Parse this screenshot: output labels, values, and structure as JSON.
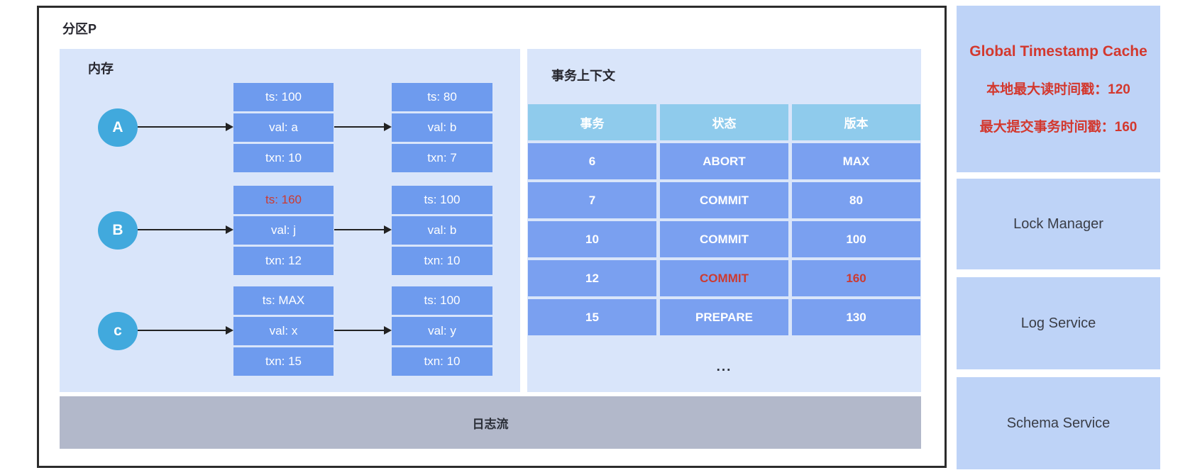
{
  "partition": {
    "title": "分区P",
    "memory": {
      "label": "内存",
      "rows": [
        {
          "node": "A",
          "versions": [
            {
              "ts": "ts: 100",
              "val": "val: a",
              "txn": "txn: 10",
              "ts_highlight": false
            },
            {
              "ts": "ts: 80",
              "val": "val: b",
              "txn": "txn: 7",
              "ts_highlight": false
            }
          ]
        },
        {
          "node": "B",
          "versions": [
            {
              "ts": "ts: 160",
              "val": "val: j",
              "txn": "txn: 12",
              "ts_highlight": true
            },
            {
              "ts": "ts: 100",
              "val": "val: b",
              "txn": "txn: 10",
              "ts_highlight": false
            }
          ]
        },
        {
          "node": "c",
          "versions": [
            {
              "ts": "ts: MAX",
              "val": "val: x",
              "txn": "txn: 15",
              "ts_highlight": false
            },
            {
              "ts": "ts: 100",
              "val": "val: y",
              "txn": "txn: 10",
              "ts_highlight": false
            }
          ]
        }
      ]
    },
    "txn_context": {
      "title": "事务上下文",
      "columns": [
        "事务",
        "状态",
        "版本"
      ],
      "rows": [
        {
          "txn": "6",
          "status": "ABORT",
          "version": "MAX",
          "highlight": false
        },
        {
          "txn": "7",
          "status": "COMMIT",
          "version": "80",
          "highlight": false
        },
        {
          "txn": "10",
          "status": "COMMIT",
          "version": "100",
          "highlight": false
        },
        {
          "txn": "12",
          "status": "COMMIT",
          "version": "160",
          "highlight": true
        },
        {
          "txn": "15",
          "status": "PREPARE",
          "version": "130",
          "highlight": false
        }
      ],
      "ellipsis": "..."
    },
    "log_stream": {
      "label": "日志流"
    }
  },
  "services": {
    "cache": {
      "title": "Global Timestamp Cache",
      "lines": [
        "本地最大读时间戳：120",
        "最大提交事务时间戳：160"
      ]
    },
    "boxes": [
      "Lock Manager",
      "Log Service",
      "Schema Service"
    ]
  },
  "colors": {
    "panel_bg": "#D9E5FA",
    "version_cell": "#6E9BEE",
    "table_row": "#7AA0F0",
    "table_header": "#8FCBEC",
    "node_circle": "#41A9DD",
    "log_bar_bg": "#B2B8CA",
    "service_box_bg": "#BED3F7",
    "highlight_red": "#CC3A31",
    "frame_border": "#2C2C2C"
  }
}
